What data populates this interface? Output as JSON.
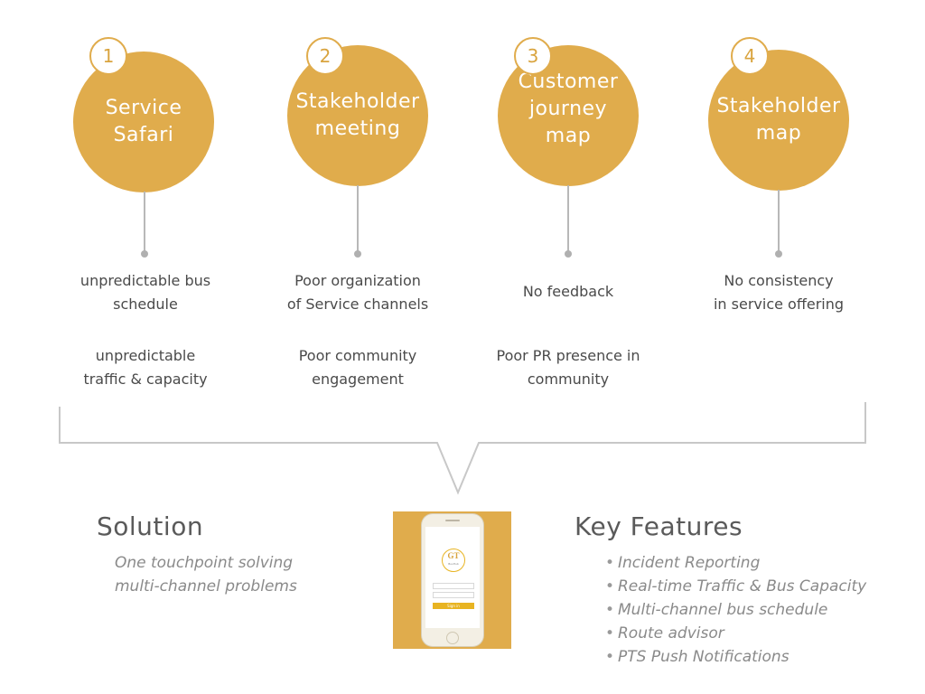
{
  "steps": [
    {
      "number": "1",
      "title_lines": [
        "Service",
        "Safari"
      ],
      "findings": [
        [
          "unpredictable bus",
          "schedule"
        ],
        [
          "unpredictable",
          "traffic & capacity"
        ]
      ]
    },
    {
      "number": "2",
      "title_lines": [
        "Stakeholder",
        "meeting"
      ],
      "findings": [
        [
          "Poor organization",
          "of Service channels"
        ],
        [
          "Poor community",
          "engagement"
        ]
      ]
    },
    {
      "number": "3",
      "title_lines": [
        "Customer",
        "journey",
        "map"
      ],
      "findings": [
        [
          "No feedback"
        ],
        [
          "Poor PR presence in",
          "community"
        ]
      ]
    },
    {
      "number": "4",
      "title_lines": [
        "Stakeholder",
        "map"
      ],
      "findings": [
        [
          "No consistency",
          "in service offering"
        ]
      ]
    }
  ],
  "solution": {
    "heading": "Solution",
    "lines": [
      "One touchpoint solving",
      "multi-channel problems"
    ]
  },
  "app_mockup": {
    "logo_text": "GT",
    "logo_subtext": "BusHub",
    "button_label": "Sign in",
    "background_color": "#e0ac4c",
    "accent_color": "#e8b422"
  },
  "features": {
    "heading": "Key Features",
    "items": [
      "Incident Reporting",
      "Real-time Traffic & Bus Capacity",
      "Multi-channel bus schedule",
      "Route advisor",
      "PTS Push Notifications"
    ]
  },
  "colors": {
    "primary": "#e0ac4c",
    "text": "#4a4a4a",
    "muted": "#8a8a8a",
    "line": "#b8b8b8"
  }
}
